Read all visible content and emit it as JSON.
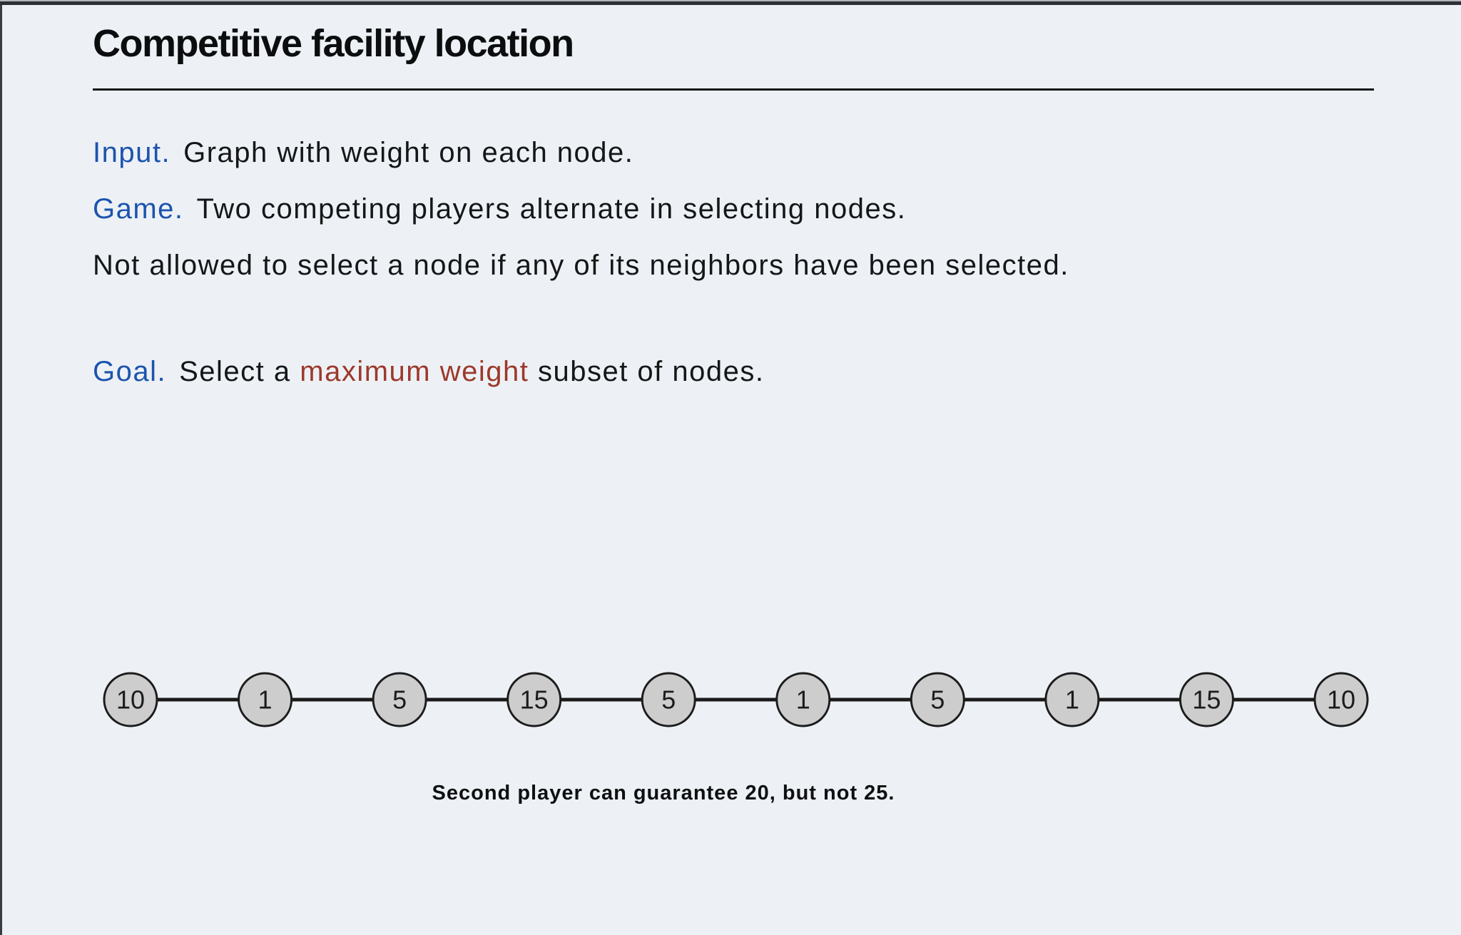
{
  "slide": {
    "title": "Competitive facility location",
    "lines": {
      "input": {
        "label": "Input.",
        "text": "Graph with weight on each node."
      },
      "game": {
        "label": "Game.",
        "text": "Two competing players alternate in selecting nodes."
      },
      "rule": "Not allowed to select a node if any of its neighbors have been selected.",
      "goal": {
        "label": "Goal.",
        "pre": "Select a ",
        "highlight": "maximum weight",
        "post": " subset of nodes."
      }
    },
    "caption": "Second player can guarantee 20, but not 25."
  },
  "graph": {
    "type": "path",
    "node_weights": [
      10,
      1,
      5,
      15,
      5,
      1,
      5,
      1,
      15,
      10
    ]
  },
  "colors": {
    "background": "#edf1f5",
    "accent_blue": "#1c53ae",
    "accent_red": "#9c392b",
    "text": "#0e0f10",
    "node_fill": "#cdcdcd",
    "node_stroke": "#1c1c1c",
    "edge": "#1a1a1a"
  }
}
